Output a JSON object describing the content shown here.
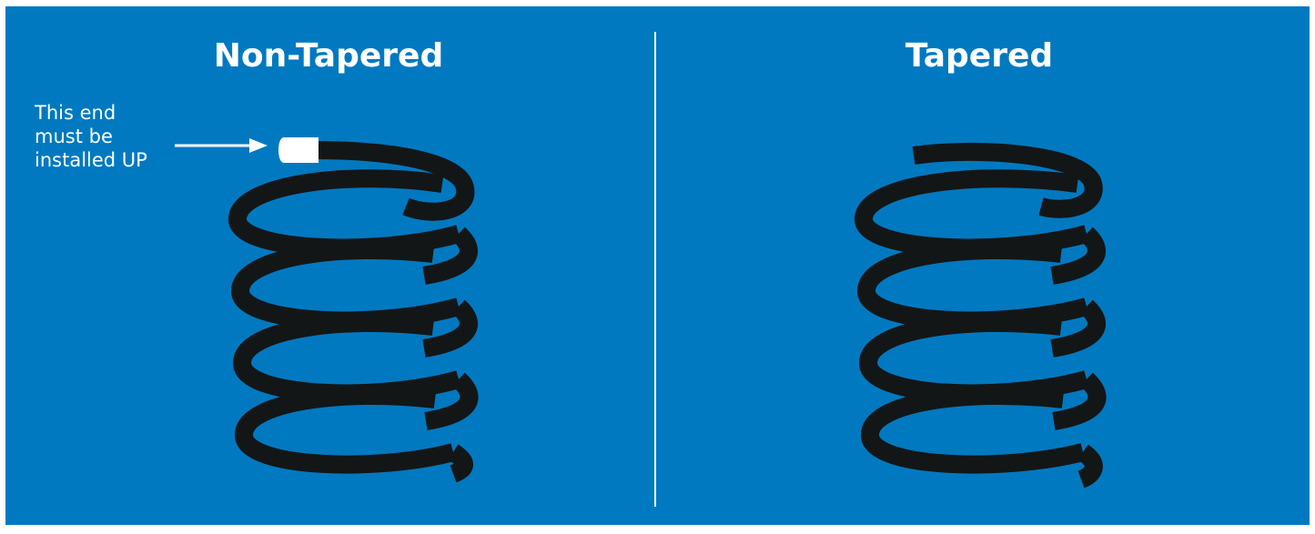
{
  "colors": {
    "background": "#0079c1",
    "spring": "#131616",
    "text": "#ffffff",
    "end_marker": "#ffffff"
  },
  "left": {
    "title": "Non-Tapered",
    "note_lines": [
      "This end",
      "must be",
      "installed UP"
    ]
  },
  "right": {
    "title": "Tapered"
  },
  "icons": {
    "arrow": "arrow-right-icon",
    "spring": "coil-spring-icon"
  }
}
